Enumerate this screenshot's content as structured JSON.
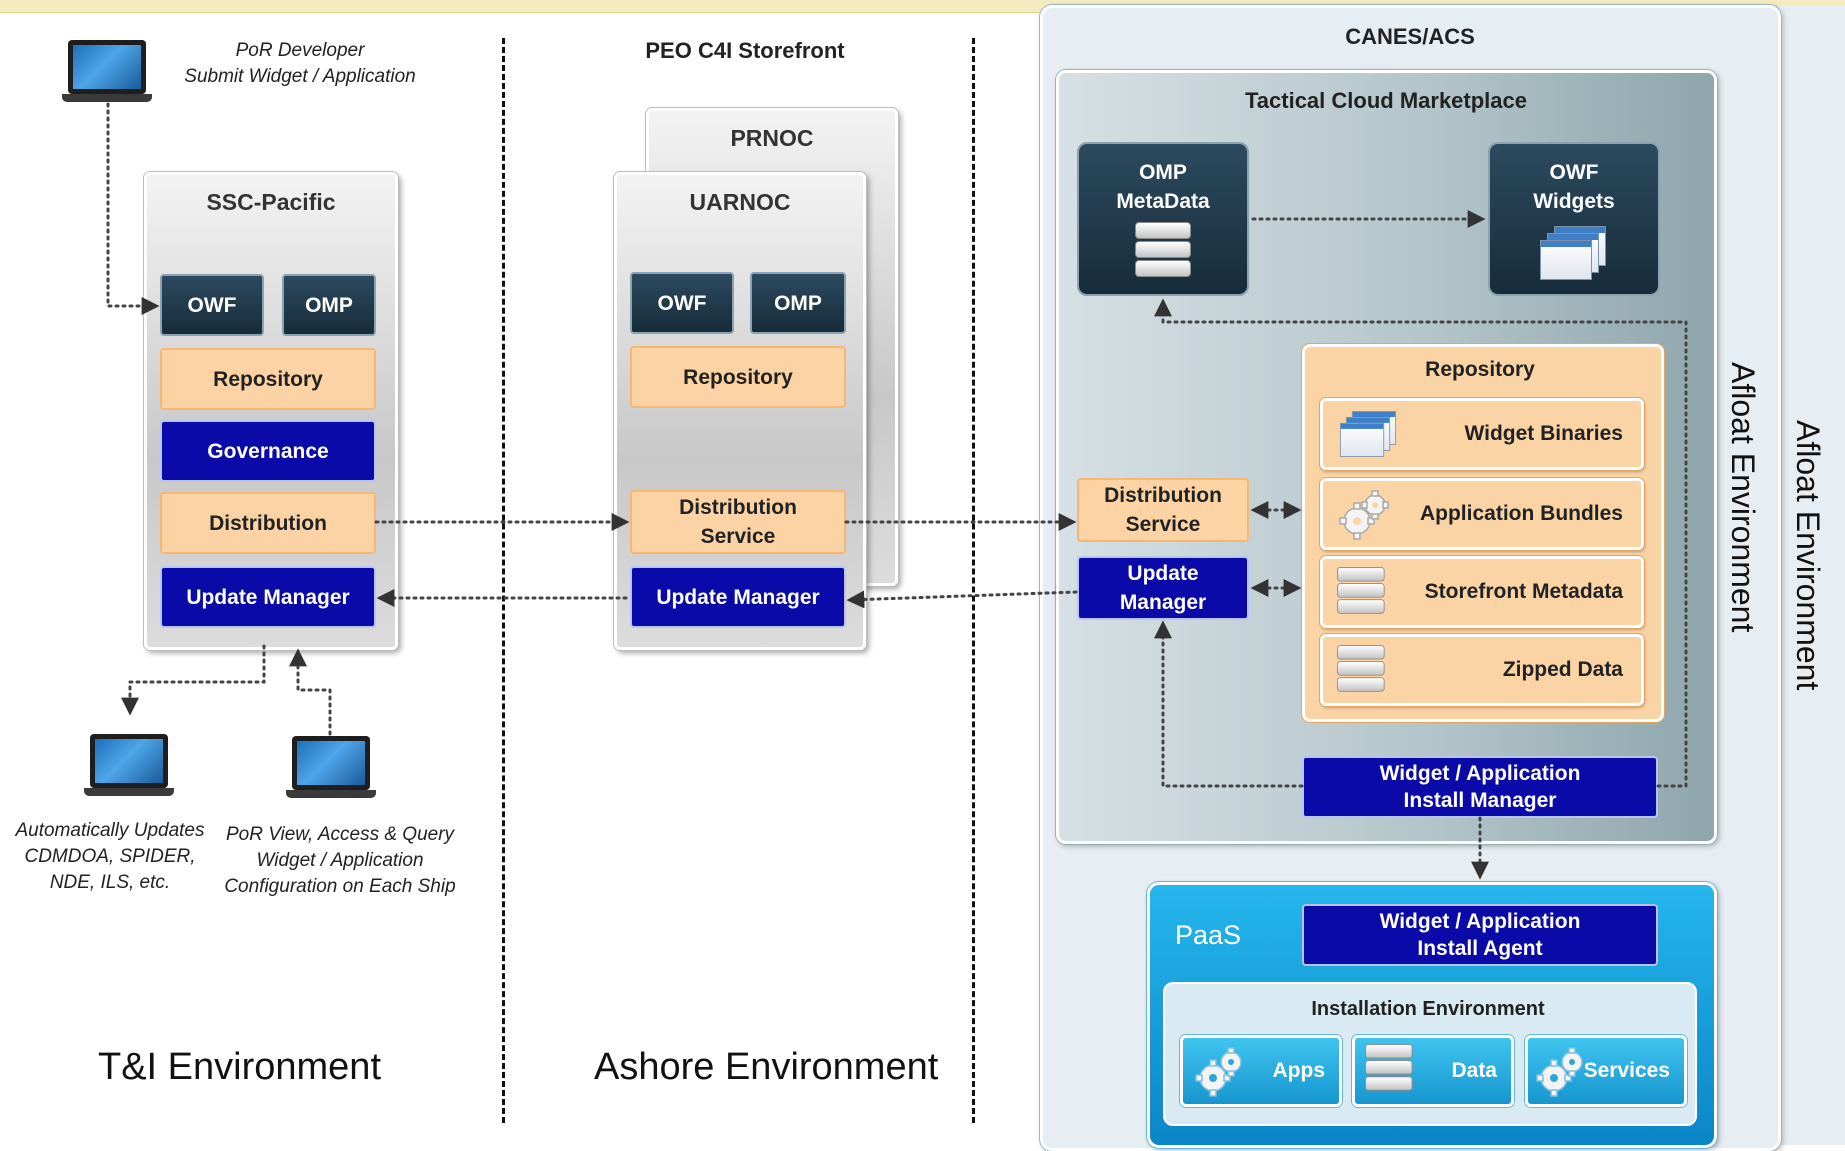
{
  "captions": {
    "por_developer": [
      "PoR Developer",
      "Submit Widget / Application"
    ],
    "auto_updates": [
      "Automatically Updates",
      "CDMDOA, SPIDER,",
      "NDE, ILS, etc."
    ],
    "por_view": [
      "PoR View, Access & Query",
      "Widget / Application",
      "Configuration on Each Ship"
    ]
  },
  "environments": {
    "ti": "T&I Environment",
    "ashore": "Ashore Environment",
    "afloat_inner": "Afloat Environment",
    "afloat_outer": "Afloat Environment"
  },
  "ssc": {
    "title": "SSC-Pacific",
    "owf": "OWF",
    "omp": "OMP",
    "repository": "Repository",
    "governance": "Governance",
    "distribution": "Distribution",
    "update_manager": "Update Manager"
  },
  "storefront": {
    "title": "PEO C4I Storefront",
    "prnoc": "PRNOC",
    "uarnoc": "UARNOC",
    "owf": "OWF",
    "omp": "OMP",
    "repository": "Repository",
    "distribution_service": [
      "Distribution",
      "Service"
    ],
    "update_manager": "Update Manager"
  },
  "canes": {
    "title": "CANES/ACS",
    "marketplace_title": "Tactical Cloud Marketplace",
    "omp_metadata": [
      "OMP",
      "MetaData"
    ],
    "owf_widgets": [
      "OWF",
      "Widgets"
    ],
    "distribution_service": [
      "Distribution",
      "Service"
    ],
    "update_manager": [
      "Update",
      "Manager"
    ],
    "repository": {
      "title": "Repository",
      "items": [
        "Widget Binaries",
        "Application Bundles",
        "Storefront Metadata",
        "Zipped Data"
      ]
    },
    "install_manager": [
      "Widget / Application",
      "Install Manager"
    ]
  },
  "paas": {
    "label": "PaaS",
    "install_agent": [
      "Widget / Application",
      "Install Agent"
    ],
    "installation_env": "Installation Environment",
    "items": [
      "Apps",
      "Data",
      "Services"
    ]
  }
}
